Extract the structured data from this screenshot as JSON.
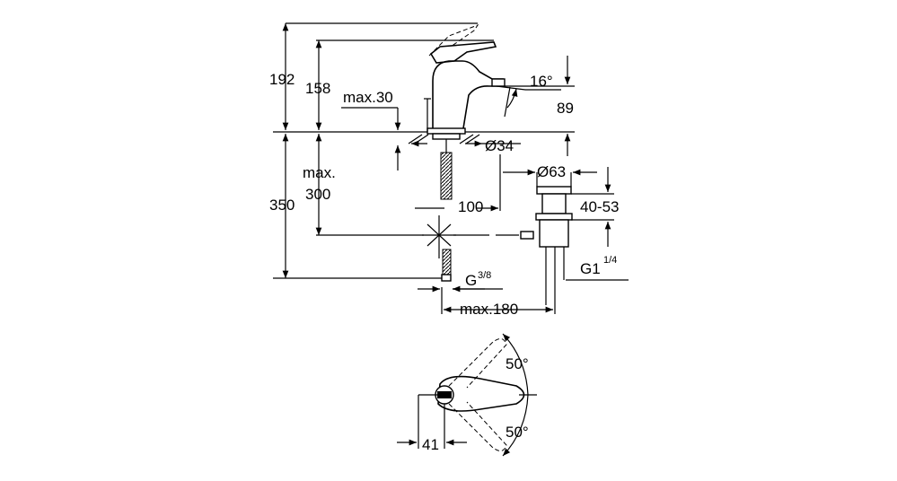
{
  "dimensions": {
    "total_height": "192",
    "lever_height": "158",
    "max_thickness": "max.30",
    "spout_angle": "16°",
    "spout_height": "89",
    "hole_diameter": "Ø34",
    "max_label": "max.",
    "max_length": "300",
    "supply_length": "350",
    "spout_reach": "100",
    "waste_diameter": "Ø63",
    "waste_range": "40-53",
    "waste_thread": "G1",
    "waste_thread_fraction": "1/4",
    "supply_thread": "G",
    "supply_thread_fraction": "3/8",
    "max_distance": "max.180",
    "rotation_up": "50°",
    "rotation_down": "50°",
    "lever_offset": "41"
  }
}
